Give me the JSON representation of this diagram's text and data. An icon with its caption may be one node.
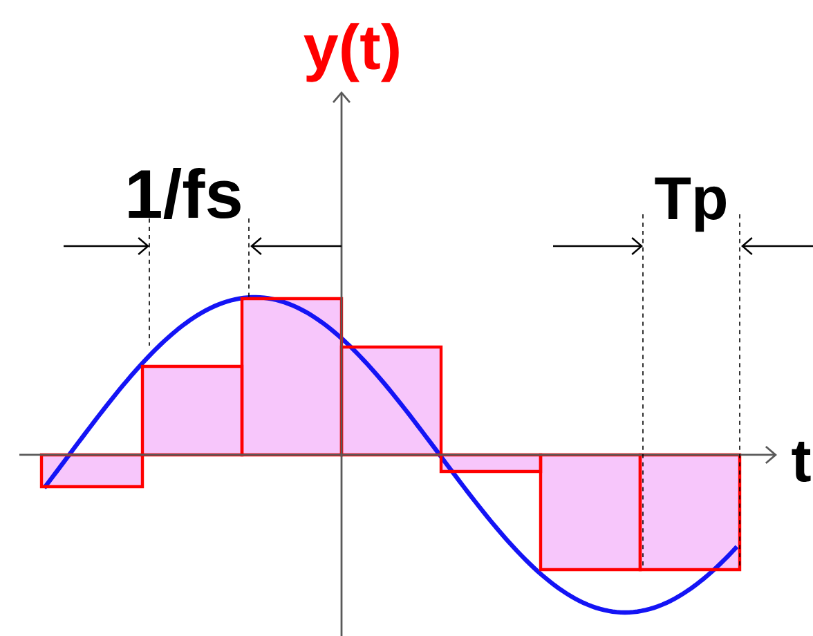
{
  "diagram": {
    "labels": [
      "y(t)",
      "1/fs",
      "Tp",
      "t"
    ]
  }
}
